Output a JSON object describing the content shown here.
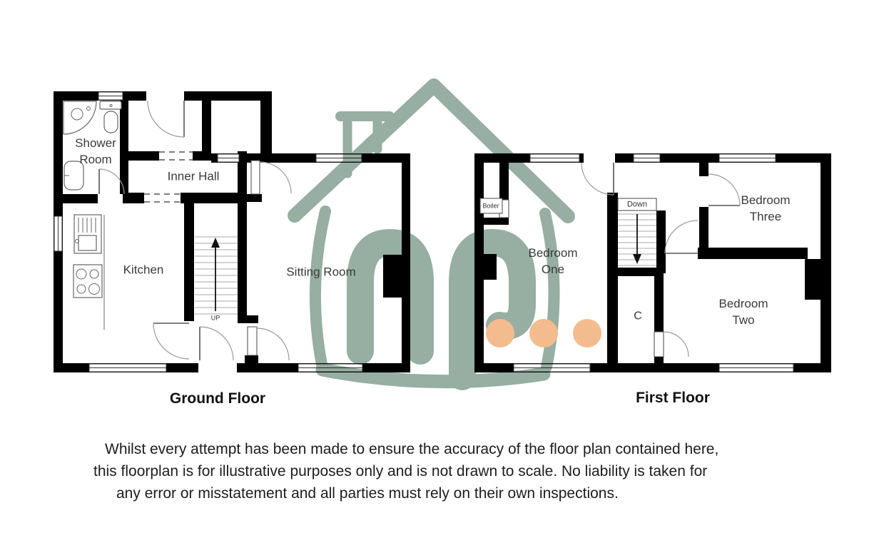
{
  "document": {
    "kind": "Property floorplan",
    "colors": {
      "walls": "#000000",
      "watermark_green": "#87a294",
      "watermark_orange": "#f2b27e",
      "label_text": "#3a3a3a",
      "disclaimer_text": "#1d1d1d"
    }
  },
  "ground_floor": {
    "title": "Ground Floor",
    "rooms": {
      "shower_room": "Shower\nRoom",
      "inner_hall": "Inner Hall",
      "kitchen": "Kitchen",
      "sitting_room": "Sitting Room"
    },
    "stairs_label": "UP"
  },
  "first_floor": {
    "title": "First Floor",
    "rooms": {
      "bedroom_one": "Bedroom\nOne",
      "bedroom_two": "Bedroom\nTwo",
      "bedroom_three": "Bedroom\nThree",
      "cupboard": "C",
      "boiler": "Boiler"
    },
    "stairs_label": "Down"
  },
  "watermark": {
    "description": "sage-green house outline logo with chimney, letters np in brackets and three orange dots"
  },
  "disclaimer": {
    "line1": "Whilst every attempt has been made to ensure the accuracy of the floor plan contained here,",
    "line2": "this floorplan is for illustrative purposes only and is not drawn to scale. No liability is taken for",
    "line3": "any error or misstatement and all parties must rely on their own inspections."
  }
}
